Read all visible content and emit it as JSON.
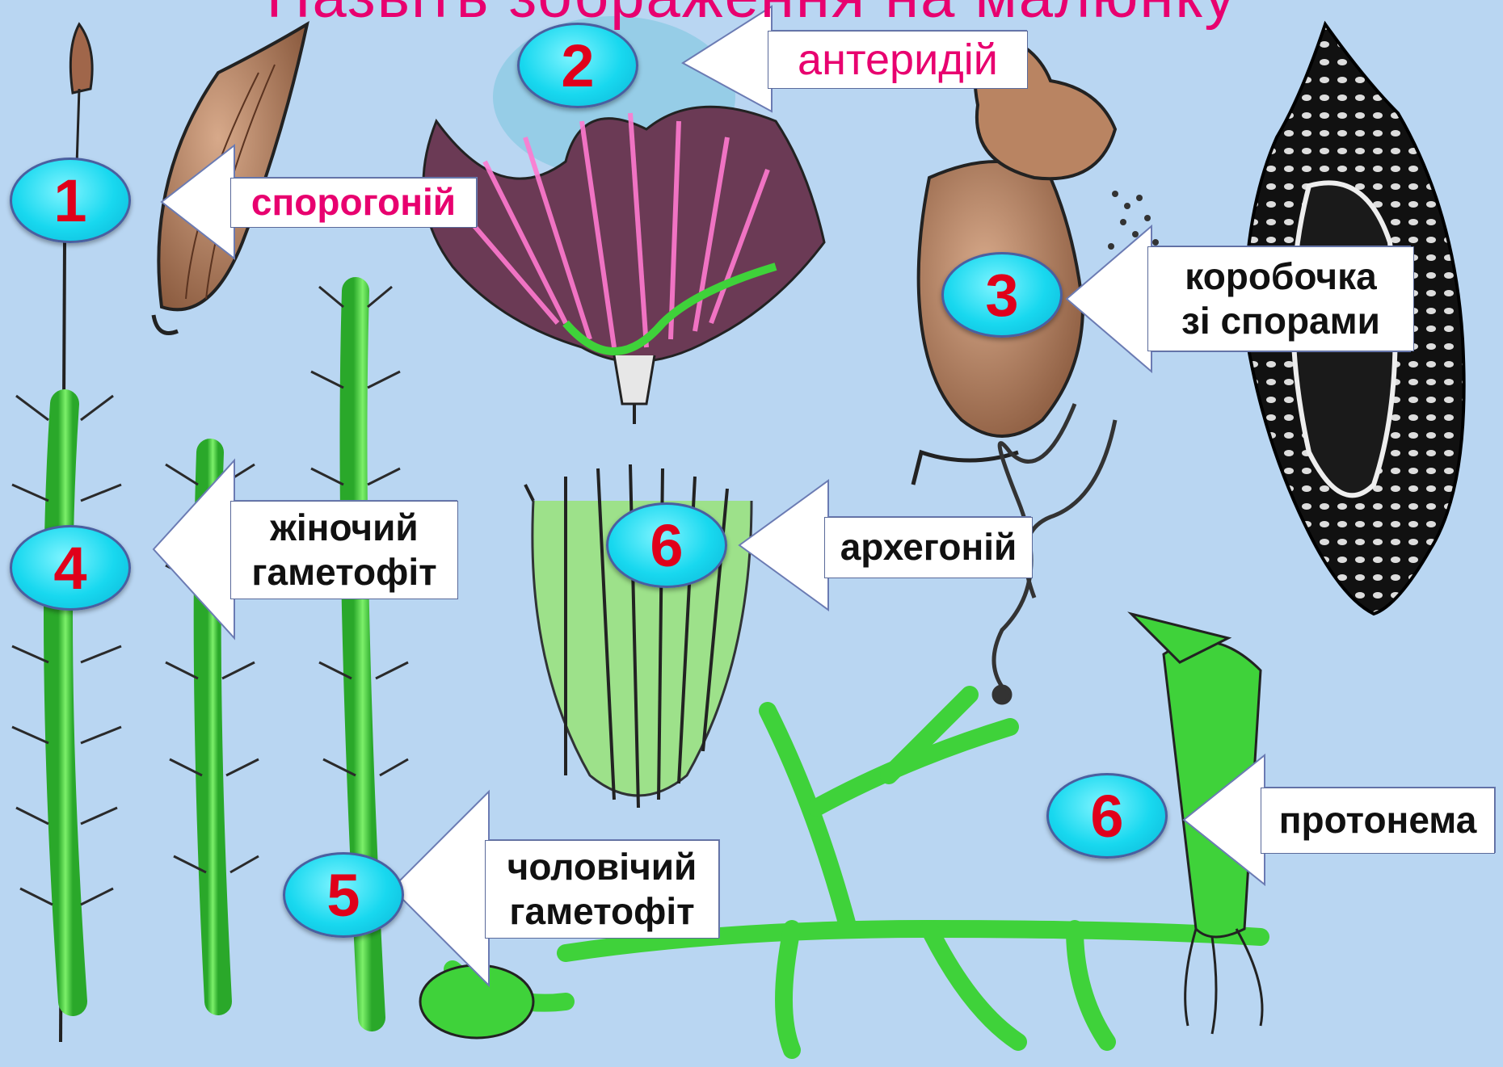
{
  "title": "Назвіть зображення на малюнку",
  "callouts": [
    {
      "number": "1",
      "label": "спорогоній"
    },
    {
      "number": "2",
      "label": "антеридій"
    },
    {
      "number": "3",
      "label": "коробочка\nзі спорами"
    },
    {
      "number": "4",
      "label": "жіночий\nгаметофіт"
    },
    {
      "number": "6",
      "label": "архегоній"
    },
    {
      "number": "5",
      "label": "чоловічий\nгаметофіт"
    },
    {
      "number": "6",
      "label": "протонема"
    }
  ],
  "colors": {
    "background": "#b9d6f2",
    "badge_fill": "#18d8ef",
    "badge_number": "#e0001a",
    "accent_pink": "#e8006f",
    "moss_green": "#3fd23a"
  }
}
